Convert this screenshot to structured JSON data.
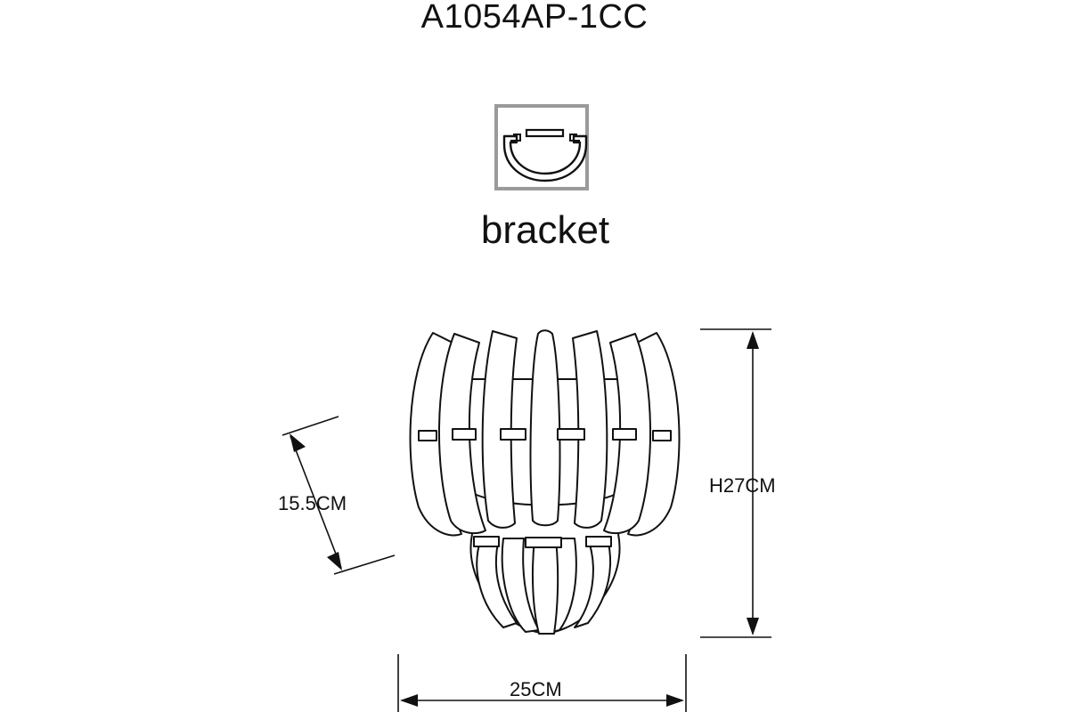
{
  "model": "A1054AP-1CC",
  "bracket_label": "bracket",
  "dimensions": {
    "depth": "15.5CM",
    "height": "H27CM",
    "width": "25CM"
  },
  "colors": {
    "line": "#111111",
    "icon_frame": "#9a9a9a",
    "background": "#ffffff"
  }
}
